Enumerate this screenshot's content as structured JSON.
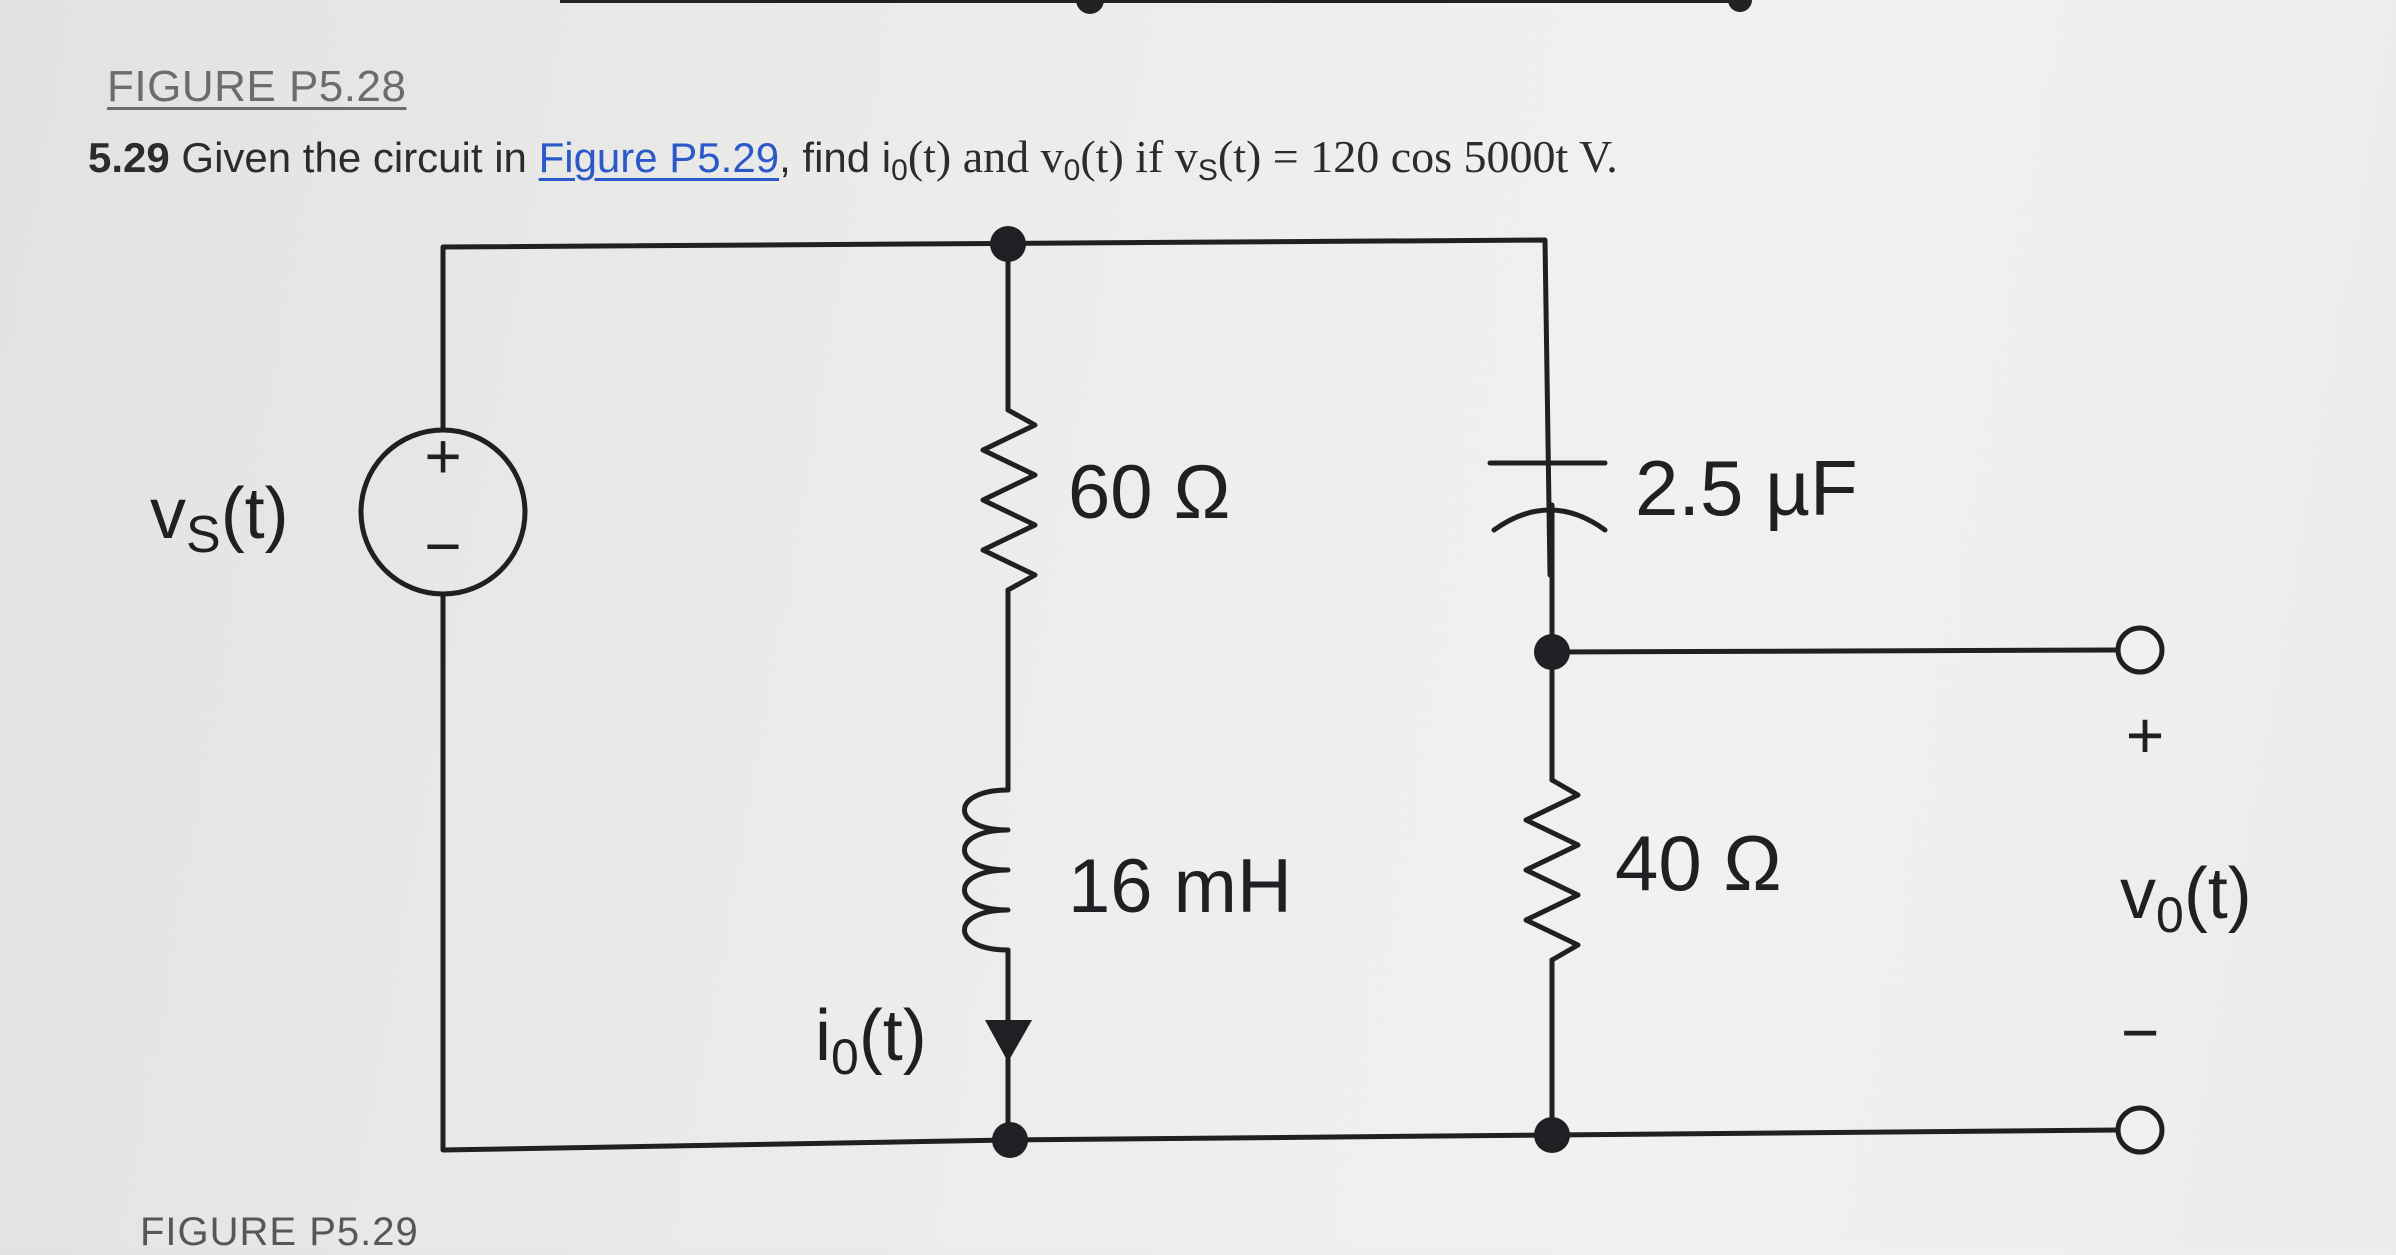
{
  "top_caption": "FIGURE P5.28",
  "problem": {
    "number": "5.29",
    "text_before_link": "Given the circuit in",
    "link_text": "Figure P5.29",
    "text_after_link": ", find i",
    "io_sub": "0",
    "io_rest": "(t) and v",
    "vo_sub": "0",
    "vo_rest": "(t) if v",
    "vs_sub": "S",
    "vs_rest": "(t) = 120 cos 5000t V."
  },
  "circuit": {
    "source": {
      "label_main": "v",
      "label_sub": "S",
      "label_rest": "(t)",
      "plus": "+",
      "minus": "−"
    },
    "resistor_1": "60 Ω",
    "inductor": "16 mH",
    "capacitor": "2.5 µF",
    "resistor_2": "40 Ω",
    "current": {
      "main": "i",
      "sub": "0",
      "rest": "(t)"
    },
    "output": {
      "plus": "+",
      "minus": "−",
      "main": "v",
      "sub": "0",
      "rest": "(t)"
    }
  },
  "bottom_caption": "FIGURE P5.29"
}
